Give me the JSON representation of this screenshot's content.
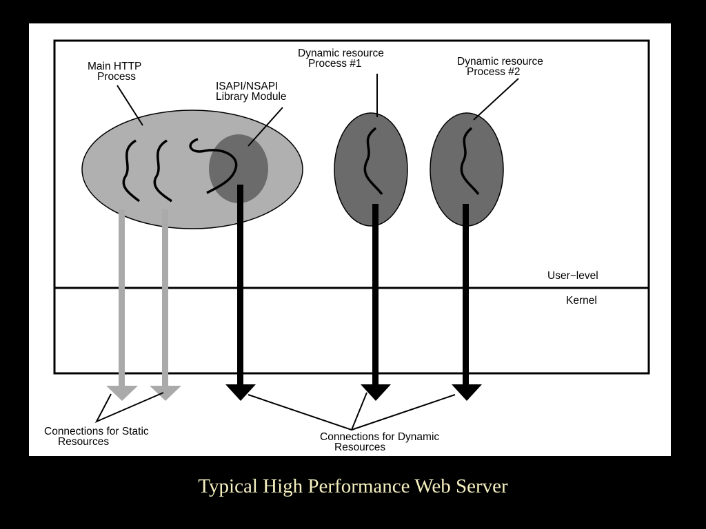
{
  "diagram": {
    "labels": {
      "main_http_line1": "Main HTTP",
      "main_http_line2": "Process",
      "isapi_line1": "ISAPI/NSAPI",
      "isapi_line2": "Library Module",
      "dyn1_line1": "Dynamic resource",
      "dyn1_line2": "Process #1",
      "dyn2_line1": "Dynamic resource",
      "dyn2_line2": "Process #2",
      "user_level": "User−level",
      "kernel": "Kernel",
      "static_line1": "Connections for Static",
      "static_line2": "Resources",
      "dynamic_line1": "Connections for Dynamic",
      "dynamic_line2": "Resources"
    }
  },
  "caption": "Typical High Performance Web Server",
  "colors": {
    "background": "#000000",
    "panel": "#ffffff",
    "main_process_fill": "#b0b0b0",
    "dynamic_process_fill": "#6b6b6b",
    "static_arrow": "#aaaaaa",
    "dynamic_arrow": "#000000",
    "caption_text": "#f5f0c0"
  }
}
